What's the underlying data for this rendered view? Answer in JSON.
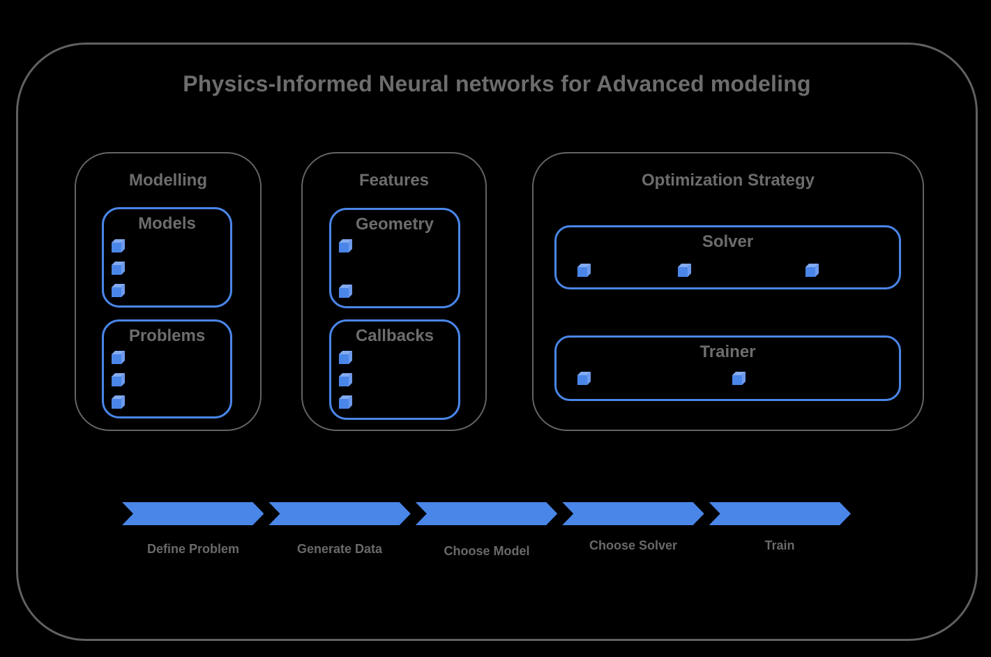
{
  "title": "Physics-Informed Neural networks for Advanced modeling",
  "sections": {
    "modelling": {
      "label": "Modelling",
      "boxes": {
        "models": {
          "label": "Models",
          "bullets": 3
        },
        "problems": {
          "label": "Problems",
          "bullets": 3
        }
      }
    },
    "features": {
      "label": "Features",
      "boxes": {
        "geometry": {
          "label": "Geometry",
          "bullets": 2
        },
        "callbacks": {
          "label": "Callbacks",
          "bullets": 3
        }
      }
    },
    "optimization": {
      "label": "Optimization Strategy",
      "boxes": {
        "solver": {
          "label": "Solver",
          "bullets": 3
        },
        "trainer": {
          "label": "Trainer",
          "bullets": 2
        }
      }
    }
  },
  "flow": {
    "steps": [
      "Define Problem",
      "Generate Data",
      "Choose Model",
      "Choose Solver",
      "Train"
    ]
  },
  "colors": {
    "background": "#000000",
    "accent_blue": "#4a86e8",
    "cube_top_blue": "#83abf1",
    "cube_side_blue": "#6d9aed",
    "frame_gray": "#616161",
    "heading_gray": "#6d6d6d",
    "flow_label_gray": "#696969"
  }
}
